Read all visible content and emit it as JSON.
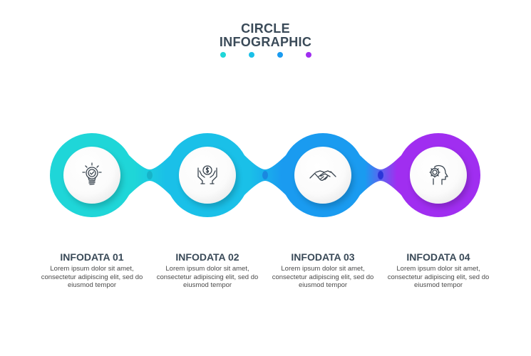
{
  "header": {
    "title_line1": "CIRCLE",
    "title_line2": "INFOGRAPHIC"
  },
  "colors": {
    "step1": "#1fd6d8",
    "step2": "#1ac0e8",
    "step3": "#1a9bf0",
    "step4": "#a02ef0",
    "title": "#3a4a58",
    "body": "#4a4a4a"
  },
  "steps": [
    {
      "title": "INFODATA 01",
      "text": "Lorem ipsum dolor sit amet, consectetur adipiscing elit, sed do eiusmod tempor",
      "icon": "lightbulb-check-icon"
    },
    {
      "title": "INFODATA 02",
      "text": "Lorem ipsum dolor sit amet, consectetur adipiscing elit, sed do eiusmod tempor",
      "icon": "hands-dollar-coin-icon"
    },
    {
      "title": "INFODATA 03",
      "text": "Lorem ipsum dolor sit amet, consectetur adipiscing elit, sed do eiusmod tempor",
      "icon": "handshake-icon"
    },
    {
      "title": "INFODATA 04",
      "text": "Lorem ipsum dolor sit amet, consectetur adipiscing elit, sed do eiusmod tempor",
      "icon": "head-gear-icon"
    }
  ]
}
